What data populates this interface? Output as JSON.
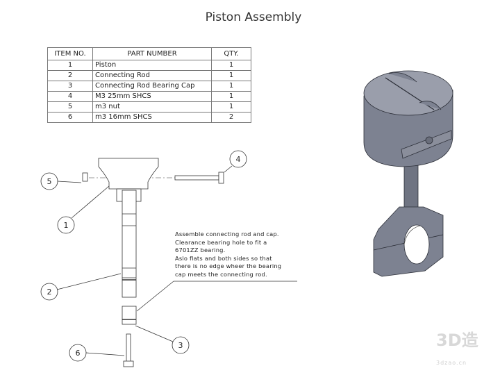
{
  "title": "Piston Assembly",
  "bom": {
    "headers": [
      "ITEM NO.",
      "PART NUMBER",
      "QTY."
    ],
    "rows": [
      {
        "item": "1",
        "part": "Piston",
        "qty": "1"
      },
      {
        "item": "2",
        "part": "Connecting Rod",
        "qty": "1"
      },
      {
        "item": "3",
        "part": "Connecting Rod Bearing Cap",
        "qty": "1"
      },
      {
        "item": "4",
        "part": "M3 25mm SHCS",
        "qty": "1"
      },
      {
        "item": "5",
        "part": "m3 nut",
        "qty": "1"
      },
      {
        "item": "6",
        "part": "m3 16mm SHCS",
        "qty": "2"
      }
    ]
  },
  "balloons": [
    "1",
    "2",
    "3",
    "4",
    "5",
    "6"
  ],
  "note": [
    "Assemble connecting rod and cap.",
    "Clearance bearing hole to fit a",
    "6701ZZ bearing.",
    "Aslo flats and both sides so that",
    "there is no edge wheer the bearing",
    "cap meets the connecting rod."
  ],
  "watermark": {
    "logo": "3D造",
    "site": "3dzao.cn"
  },
  "colors": {
    "line": "#333333",
    "model": "#7d8291"
  }
}
